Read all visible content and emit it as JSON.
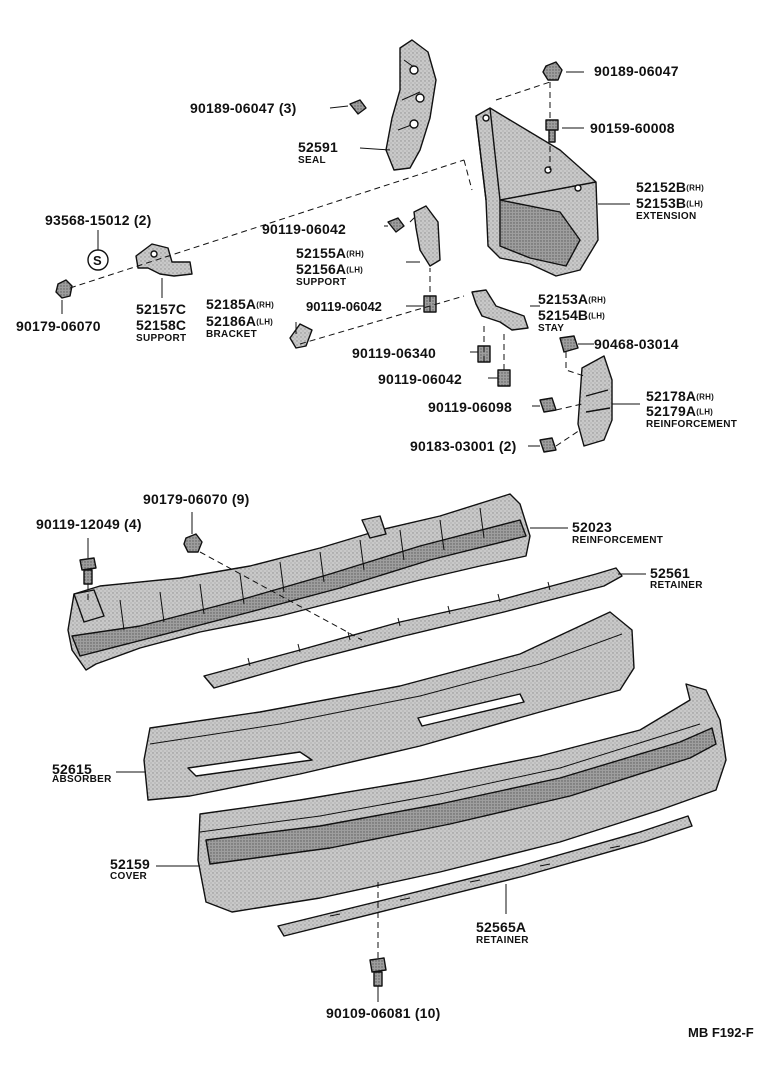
{
  "colors": {
    "ink": "#111111",
    "paper": "#ffffff",
    "part_fill": "#bdbdbd",
    "part_dark": "#8a8a8a",
    "part_light": "#e6e6e6"
  },
  "top_parts": {
    "seal": {
      "number": "52591",
      "name": "SEAL"
    },
    "seal_clip": {
      "number": "90189-06047 (3)"
    },
    "ext_nut": {
      "number": "90189-06047"
    },
    "ext_bolt": {
      "number": "90159-60008"
    },
    "extension": {
      "number_rh": "52152B",
      "number_lh": "52153B",
      "rh_tag": "(RH)",
      "lh_tag": "(LH)",
      "name": "EXTENSION"
    },
    "washer": {
      "number": "93568-15012 (2)"
    },
    "nut_left": {
      "number": "90179-06070"
    },
    "support_left": {
      "number_a": "52157C",
      "number_b": "52158C",
      "name": "SUPPORT"
    },
    "bracket": {
      "number_rh": "52185A",
      "number_lh": "52186A",
      "rh_tag": "(RH)",
      "lh_tag": "(LH)",
      "name": "BRACKET"
    },
    "support_bolt_top": {
      "number": "90119-06042"
    },
    "support_mid": {
      "number_rh": "52155A",
      "number_lh": "52156A",
      "rh_tag": "(RH)",
      "lh_tag": "(LH)",
      "name": "SUPPORT"
    },
    "support_bolt_low": {
      "number": "90119-06042"
    },
    "stay": {
      "number_rh": "52153A",
      "number_lh": "52154B",
      "rh_tag": "(RH)",
      "lh_tag": "(LH)",
      "name": "STAY"
    },
    "stay_bolt": {
      "number": "90119-06340"
    },
    "stay_bolt_low": {
      "number": "90119-06042"
    },
    "clip_right": {
      "number": "90468-03014"
    },
    "reinf_bolt": {
      "number": "90119-06098"
    },
    "reinf_small": {
      "number_rh": "52178A",
      "number_lh": "52179A",
      "rh_tag": "(RH)",
      "lh_tag": "(LH)",
      "name": "REINFORCEMENT"
    },
    "reinf_nut": {
      "number": "90183-03001 (2)"
    }
  },
  "bottom_parts": {
    "bolt_main": {
      "number": "90119-12049 (4)"
    },
    "nut_main": {
      "number": "90179-06070 (9)"
    },
    "reinforcement": {
      "number": "52023",
      "name": "REINFORCEMENT"
    },
    "retainer_upper": {
      "number": "52561",
      "name": "RETAINER"
    },
    "absorber": {
      "number": "52615",
      "name": "ABSORBER"
    },
    "cover": {
      "number": "52159",
      "name": "COVER"
    },
    "retainer_lower": {
      "number": "52565A",
      "name": "RETAINER"
    },
    "bolt_lower": {
      "number": "90109-06081 (10)"
    }
  },
  "figure_code": "MB F192-F"
}
